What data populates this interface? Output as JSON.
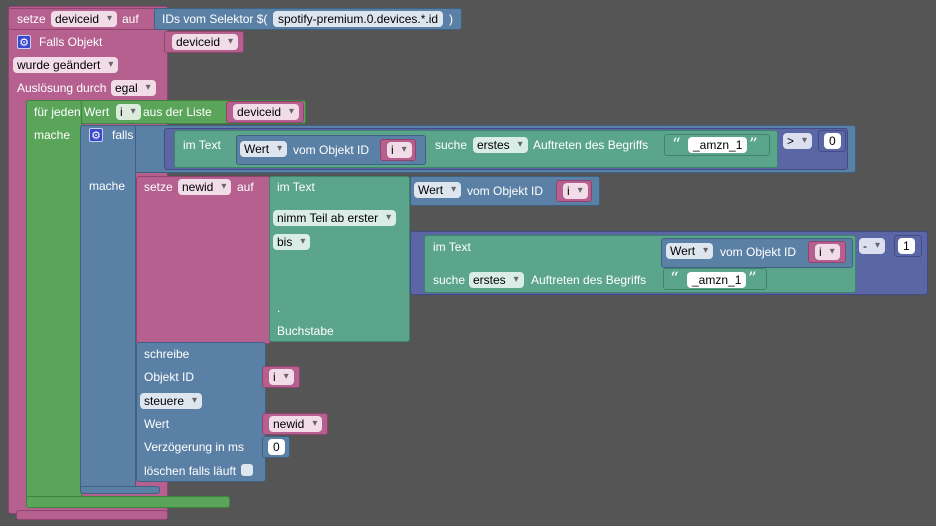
{
  "set_block": {
    "label": "setze",
    "variable": "deviceid",
    "to": "auf"
  },
  "selector": {
    "label": "IDs vom Selektor $(",
    "pattern": "spotify-premium.0.devices.*.id",
    "close": ")"
  },
  "trigger": {
    "label": "Falls Objekt",
    "object": "deviceid",
    "change": "wurde geändert",
    "by_label": "Auslösung durch",
    "by_value": "egal"
  },
  "loop": {
    "label": "für jeden Wert",
    "variable": "i",
    "list_label": "aus der Liste",
    "list": "deviceid",
    "do": "mache"
  },
  "if_block": {
    "label": "falls",
    "do": "mache"
  },
  "condition": {
    "in_text": "im Text",
    "value": "Wert",
    "of_object": "vom Objekt ID",
    "var": "i",
    "find": "suche",
    "occurrence": "erstes",
    "occ_label": "Auftreten des Begriffs",
    "term": "_amzn_1",
    "operator": ">",
    "compare": "0"
  },
  "set_newid": {
    "label": "setze",
    "variable": "newid",
    "to": "auf"
  },
  "substring": {
    "in_text": "im Text",
    "value": "Wert",
    "of_object": "vom Objekt ID",
    "var": "i",
    "from": "nimm Teil ab erster",
    "to": "bis",
    "dot": ".",
    "unit": "Buchstabe"
  },
  "inner_find": {
    "in_text": "im Text",
    "value": "Wert",
    "of_object": "vom Objekt ID",
    "var": "i",
    "find": "suche",
    "occurrence": "erstes",
    "occ_label": "Auftreten des Begriffs",
    "term": "_amzn_1",
    "operator": "-",
    "operand": "1"
  },
  "write": {
    "label": "schreibe",
    "object_label": "Objekt ID",
    "object": "i",
    "mode": "steuere",
    "value_label": "Wert",
    "value": "newid",
    "delay_label": "Verzögerung in ms",
    "delay": "0",
    "clear_label": "löschen falls läuft"
  }
}
